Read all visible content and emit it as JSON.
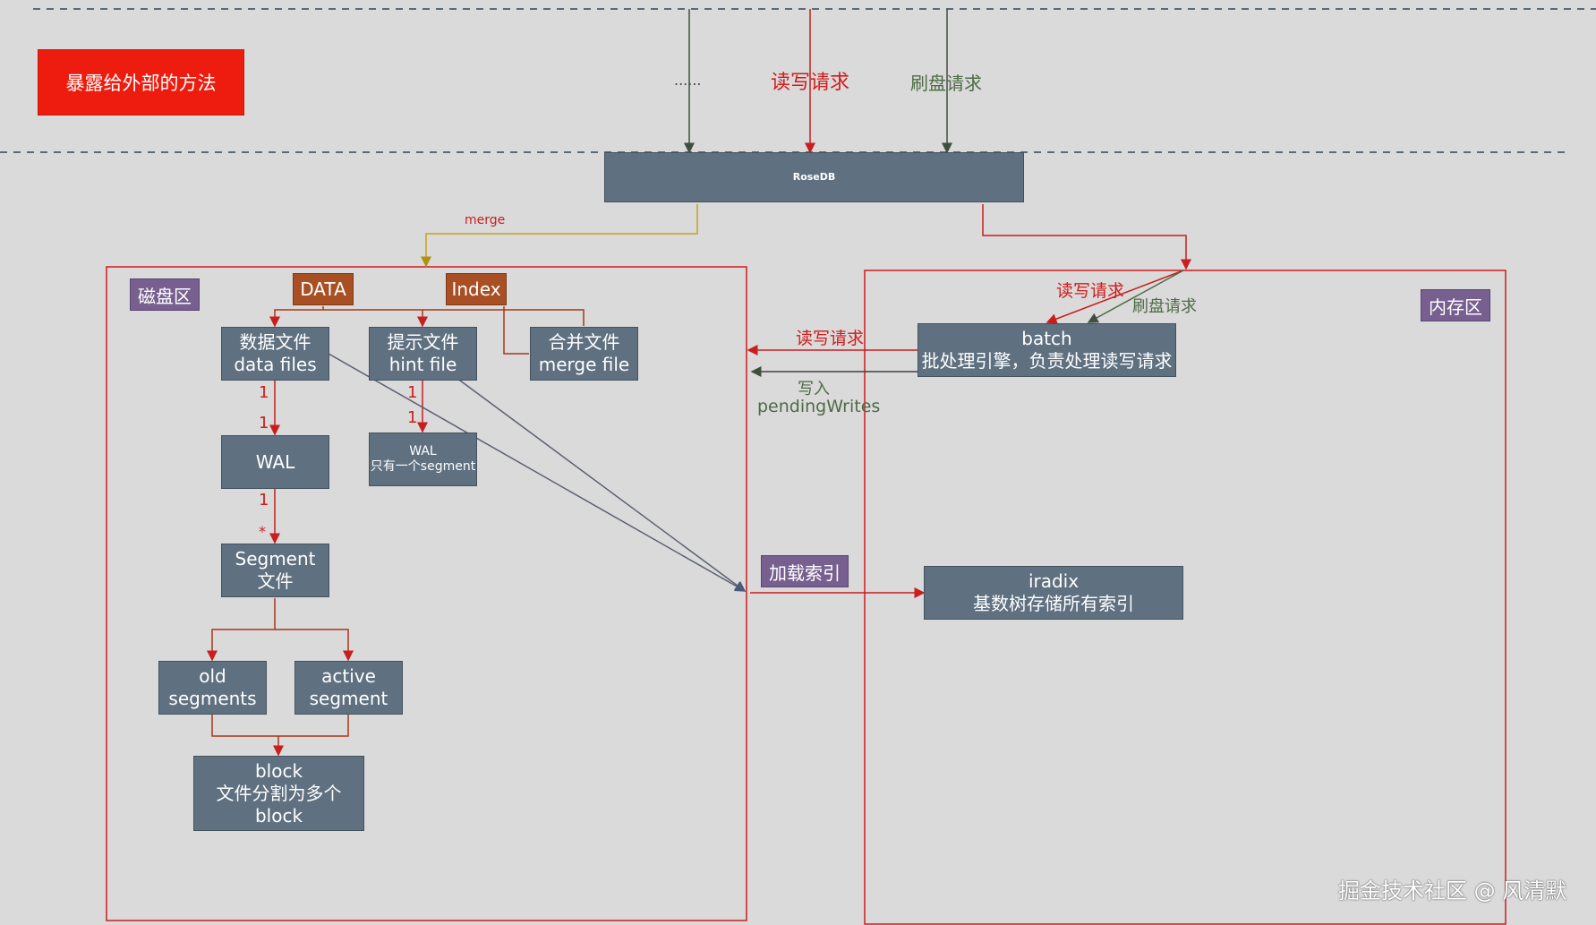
{
  "exposed_label": "暴露给外部的方法",
  "top_requests": {
    "dots": "......",
    "read_write": "读写请求",
    "flush": "刷盘请求"
  },
  "rosedb": "RoseDB",
  "merge_label": "merge",
  "disk": {
    "zone_label": "磁盘区",
    "data_tag": "DATA",
    "index_tag": "Index",
    "data_files": [
      "数据文件",
      "data files"
    ],
    "hint_file": [
      "提示文件",
      "hint file"
    ],
    "merge_file": [
      "合并文件",
      "merge file"
    ],
    "wal": "WAL",
    "hint_wal": [
      "WAL",
      "只有一个segment"
    ],
    "segment": [
      "Segment",
      "文件"
    ],
    "old_segments": [
      "old",
      "segments"
    ],
    "active_segment": [
      "active",
      "segment"
    ],
    "block": [
      "block",
      "文件分割为多个block"
    ],
    "mult_data_top": "1",
    "mult_data_bottom": "1",
    "mult_hint_top": "1",
    "mult_hint_bottom": "1",
    "mult_wal_top": "1",
    "mult_wal_bottom": "*"
  },
  "memory": {
    "zone_label": "内存区",
    "read_write": "读写请求",
    "flush": "刷盘请求",
    "batch": [
      "batch",
      "批处理引擎，负责处理读写请求"
    ],
    "iradix": [
      "iradix",
      "基数树存储所有索引"
    ]
  },
  "edges": {
    "read_write_to_disk": "读写请求",
    "write_in": "写入",
    "pending_writes": "pendingWrites",
    "load_index": "加载索引"
  },
  "watermark": "掘金技术社区 @ 风清默",
  "colors": {
    "background": "#dadada",
    "node": "#5f7080",
    "red": "#d21b1b",
    "green_line": "#4d6b45",
    "merge_line": "#c2a31f",
    "tag_purple": "#77608f",
    "tag_brown": "#a84f24",
    "exposed_red": "#ee1c0e"
  }
}
